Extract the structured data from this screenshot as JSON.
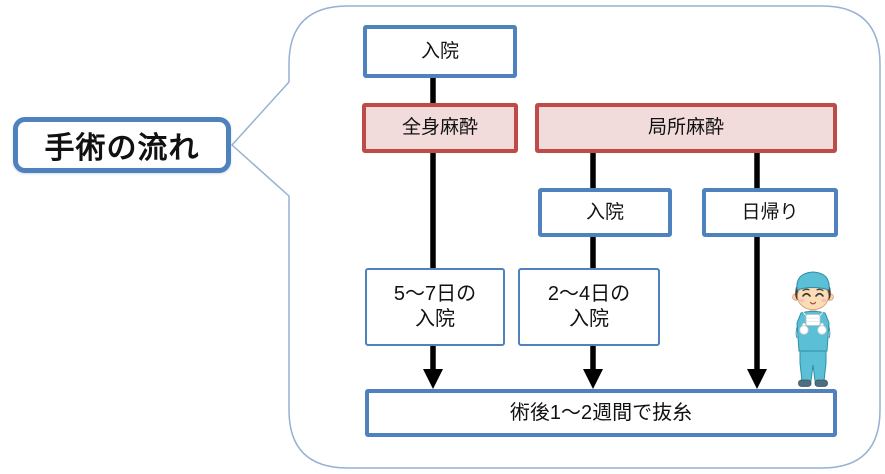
{
  "colors": {
    "accent_blue": "#4F81BD",
    "accent_red": "#BE4B48",
    "red_fill": "#F2DCDB",
    "bubble_outline": "#96B1D4",
    "connector": "#000000"
  },
  "callout": {
    "title": "手術の流れ"
  },
  "flow": {
    "admission_top": "入院",
    "general_anesthesia": "全身麻酔",
    "local_anesthesia": "局所麻酔",
    "admission_local": "入院",
    "day_surgery": "日帰り",
    "stay_general": {
      "line1": "5～7日の",
      "line2": "入院"
    },
    "stay_local": {
      "line1": "2～4日の",
      "line2": "入院"
    },
    "outcome": "術後1～2週間で抜糸"
  },
  "illustration": {
    "icon": "surgeon-character-icon"
  }
}
